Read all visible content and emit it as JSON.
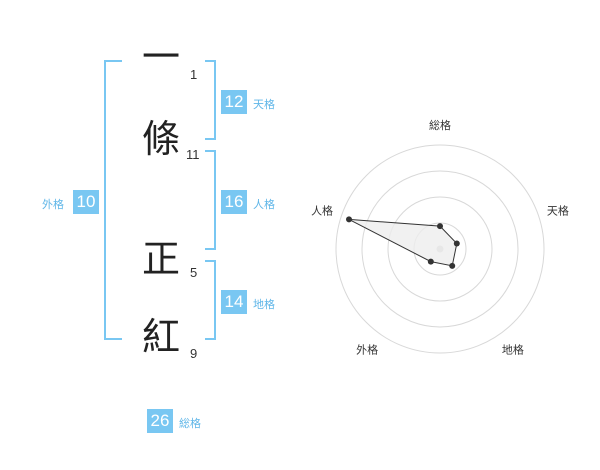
{
  "name": {
    "characters": [
      {
        "char": "一",
        "strokes": "1"
      },
      {
        "char": "條",
        "strokes": "11"
      },
      {
        "char": "正",
        "strokes": "5"
      },
      {
        "char": "紅",
        "strokes": "9"
      }
    ]
  },
  "kaku": {
    "tenkaku": {
      "value": "12",
      "label": "天格"
    },
    "jinkaku": {
      "value": "16",
      "label": "人格"
    },
    "chikaku": {
      "value": "14",
      "label": "地格"
    },
    "gaikaku": {
      "value": "10",
      "label": "外格"
    },
    "soukaku": {
      "value": "26",
      "label": "総格"
    }
  },
  "radar": {
    "axes": [
      "総格",
      "天格",
      "地格",
      "外格",
      "人格"
    ],
    "values": [
      0.22,
      0.17,
      0.2,
      0.15,
      0.92
    ],
    "max": 1
  },
  "colors": {
    "accent": "#79c7f2",
    "accent_text": "#5fb6e8",
    "ring": "#d8d8d8",
    "poly_fill": "#eeeeee",
    "point": "#333333"
  }
}
